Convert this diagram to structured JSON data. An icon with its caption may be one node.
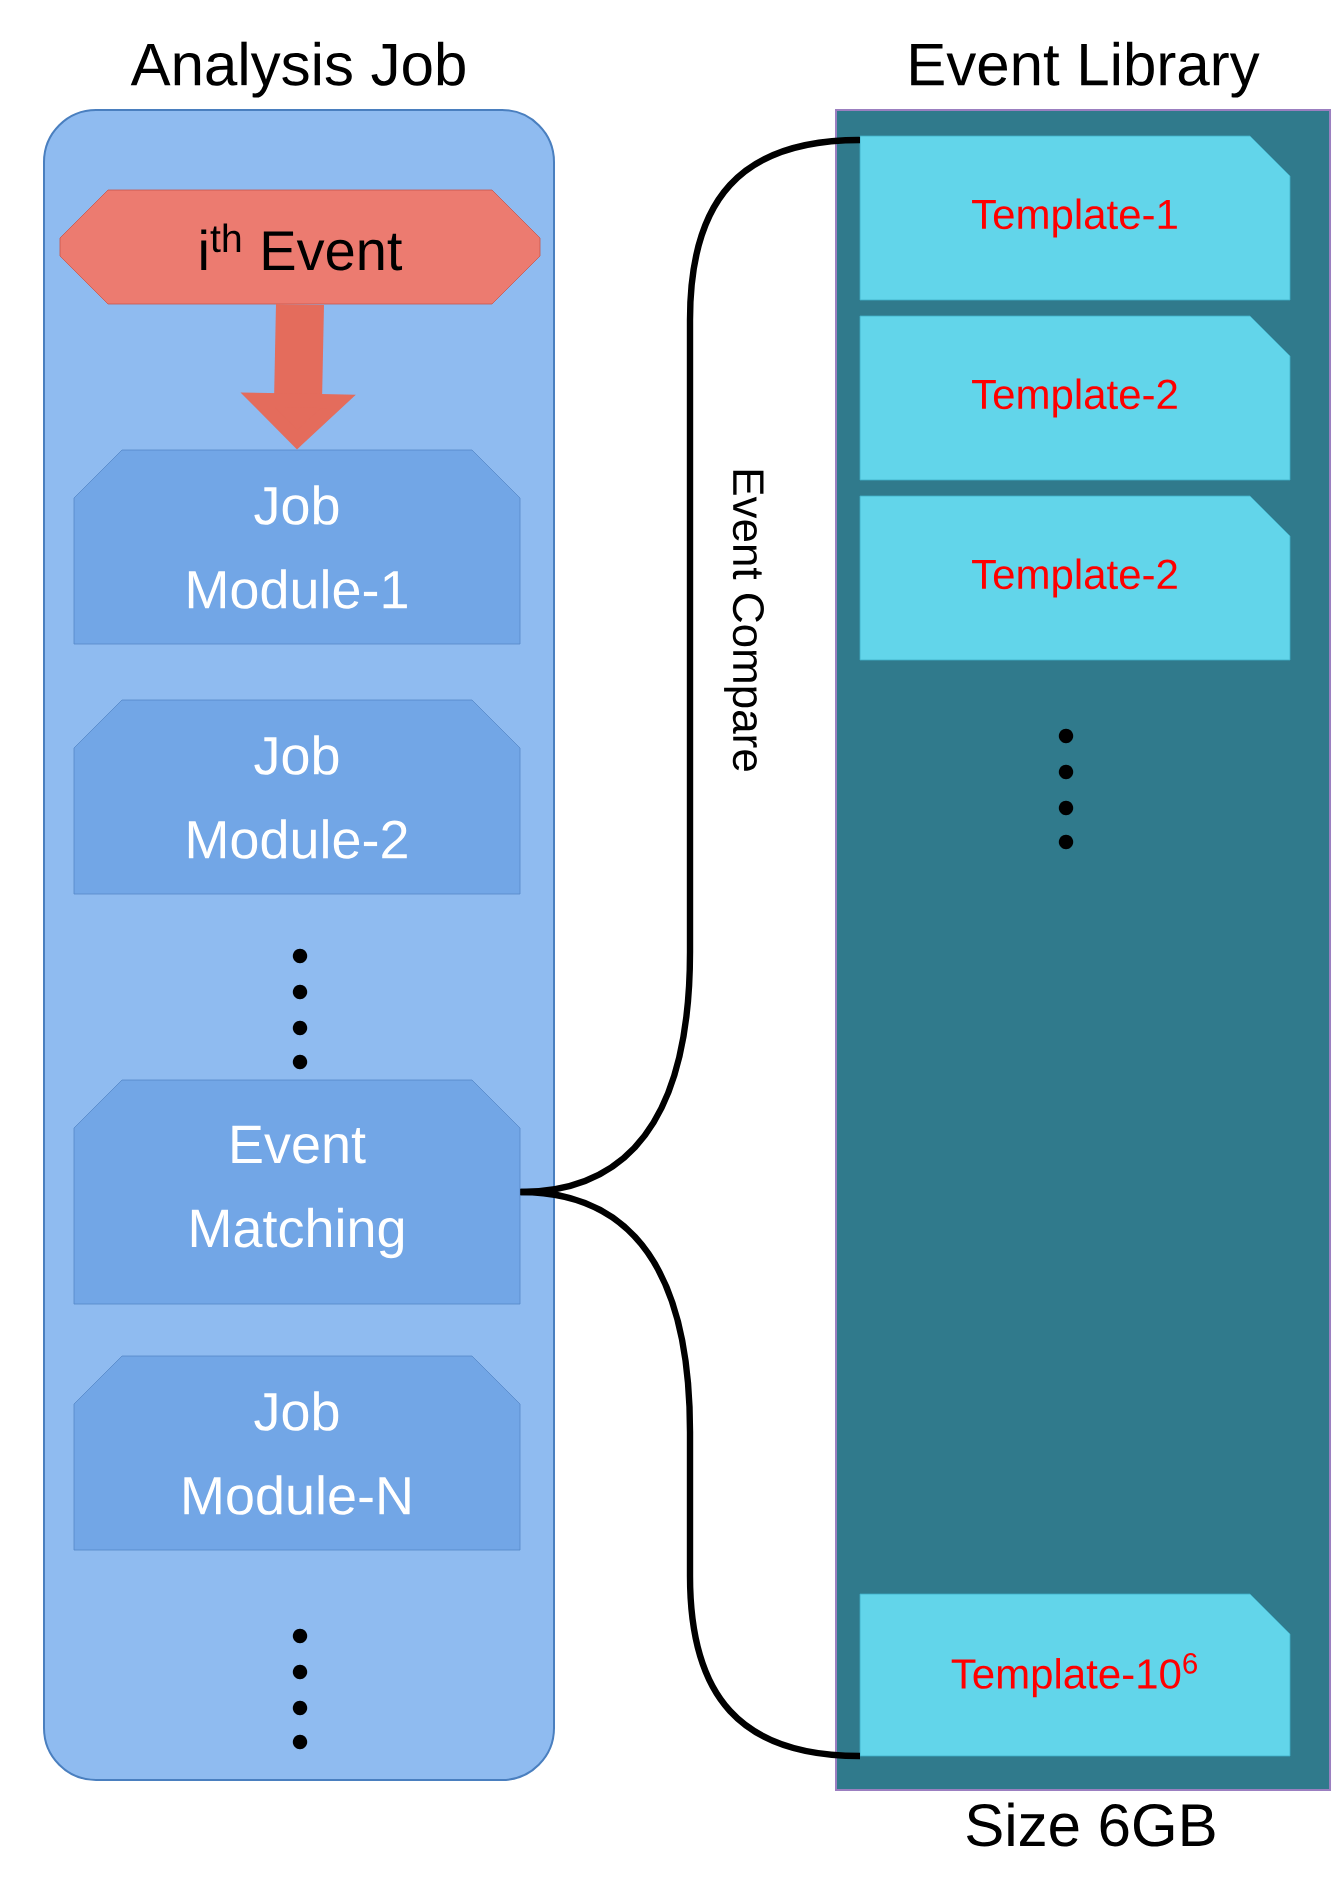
{
  "diagram": {
    "nodes": [
      {
        "text": [
          "Analysis Job"
        ]
      },
      {
        "text": [
          "i$^{th}$ Event"
        ],
        "in": 0
      },
      {
        "text": [
          "Job Module-1"
        ],
        "in": 0
      },
      {
        "text": [
          "Job Module-2"
        ],
        "in": 0
      },
      {
        "text": [
          "Event Matching"
        ],
        "in": 0
      },
      {
        "text": [
          "Job Module-N"
        ],
        "in": 0
      },
      {
        "text": [
          "Event Library"
        ],
        "beside": [
          "Size 6GB"
        ]
      },
      {
        "text": [
          "Template-1"
        ],
        "in": 6
      },
      {
        "text": [
          "Template-2"
        ],
        "in": 6
      },
      {
        "text": [
          "Template-2"
        ],
        "in": 6
      },
      {
        "text": [
          "Template-10$^{6}$"
        ],
        "in": 6
      }
    ],
    "edges": [
      {
        "from": 1,
        "to": 2,
        "arrow": "to",
        "style": "thick",
        "color": "#e46c5c"
      },
      {
        "from": 4,
        "to": 7,
        "arrow": "none",
        "label": "Event Compare"
      },
      {
        "from": 4,
        "to": 10,
        "arrow": "none"
      }
    ]
  }
}
